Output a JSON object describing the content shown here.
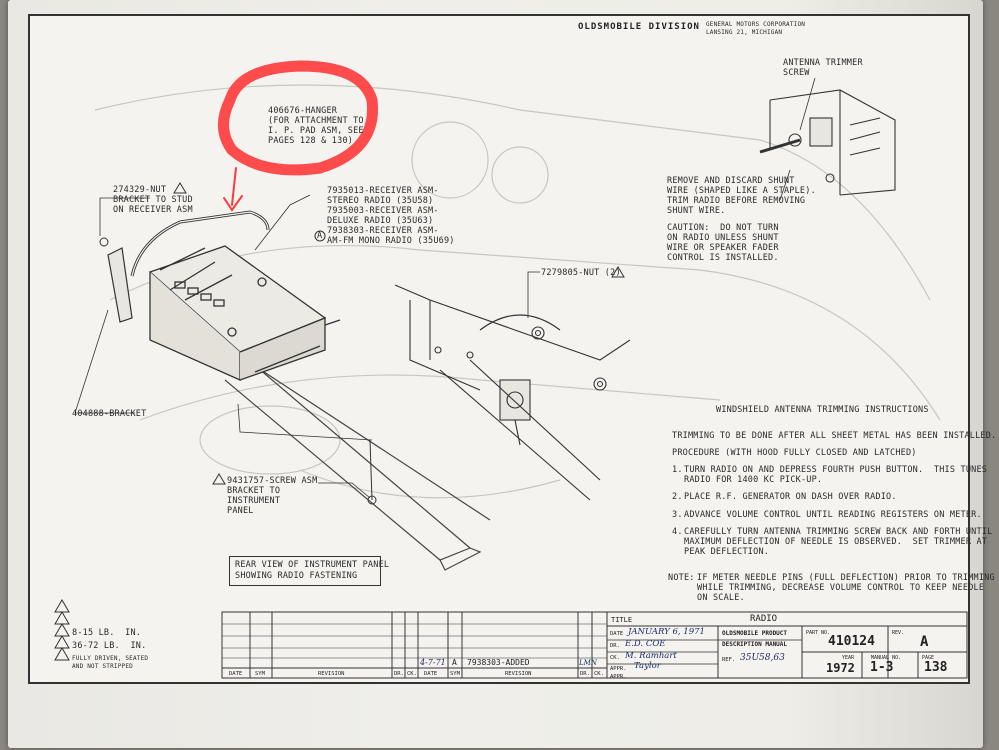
{
  "header": {
    "division": "OLDSMOBILE DIVISION",
    "corp_line1": "GENERAL MOTORS CORPORATION",
    "corp_line2": "LANSING 21, MICHIGAN"
  },
  "callouts": {
    "hanger": "406676-HANGER\n(FOR ATTACHMENT TO\nI. P. PAD ASM, SEE\nPAGES 128 & 130)",
    "nut_stud": "274329-NUT\nBRACKET TO STUD\nON RECEIVER ASM",
    "receiver": "7935013-RECEIVER ASM-\nSTEREO RADIO (35U58)\n7935003-RECEIVER ASM-\nDELUXE RADIO (35U63)\n7938303-RECEIVER ASM-\nAM-FM MONO RADIO (35U69)",
    "receiver_symbol": "A",
    "nut2": "7279805-NUT (2)",
    "bracket": "404888-BRACKET",
    "screw": "9431757-SCREW ASM\nBRACKET TO\nINSTRUMENT\nPANEL",
    "trimmer_screw": "ANTENNA TRIMMER\nSCREW",
    "shunt": "REMOVE AND DISCARD SHUNT\nWIRE (SHAPED LIKE A STAPLE).\nTRIM RADIO BEFORE REMOVING\nSHUNT WIRE.",
    "caution": "CAUTION:  DO NOT TURN\nON RADIO UNLESS SHUNT\nWIRE OR SPEAKER FADER\nCONTROL IS INSTALLED."
  },
  "caption": "REAR VIEW OF INSTRUMENT PANEL\nSHOWING RADIO FASTENING",
  "instructions": {
    "title": "WINDSHIELD ANTENNA TRIMMING INSTRUCTIONS",
    "intro1": "TRIMMING TO BE DONE AFTER ALL SHEET METAL HAS BEEN INSTALLED.",
    "intro2": "PROCEDURE (WITH HOOD FULLY CLOSED AND LATCHED)",
    "steps": [
      "TURN RADIO ON AND DEPRESS FOURTH PUSH BUTTON.  THIS TUNES\nRADIO FOR 1400 KC PICK-UP.",
      "PLACE R.F. GENERATOR ON DASH OVER RADIO.",
      "ADVANCE VOLUME CONTROL UNTIL READING REGISTERS ON METER.",
      "CAREFULLY TURN ANTENNA TRIMMING SCREW BACK AND FORTH UNTIL\nMAXIMUM DEFLECTION OF NEEDLE IS OBSERVED.  SET TRIMMER AT\nPEAK DEFLECTION."
    ],
    "note_label": "NOTE:",
    "note": "IF METER NEEDLE PINS (FULL DEFLECTION) PRIOR TO TRIMMING OR\nWHILE TRIMMING, DECREASE VOLUME CONTROL TO KEEP NEEDLE\nON SCALE."
  },
  "legend": {
    "line1": "8-15 LB.  IN.",
    "line2": "36-72 LB.  IN.",
    "line3": "FULLY DRIVEN, SEATED\nAND NOT STRIPPED"
  },
  "title_block": {
    "col_date": "DATE",
    "col_sym": "SYM",
    "col_revision": "REVISION",
    "col_dr": "DR.",
    "col_ck": "CK.",
    "rev_date": "4-7-71",
    "rev_sym": "A",
    "rev_text": "7938303-ADDED",
    "rev_initials": "LMN",
    "title_label": "TITLE",
    "title": "RADIO",
    "date_label": "DATE",
    "date_value": "JANUARY 6, 1971",
    "dr_label": "DR.",
    "dr_value": "E.D. COE",
    "ck_label": "CK.",
    "ck_value": "M. Ramhart",
    "appr_label": "APPR.",
    "appr_value": "Taylor",
    "appr2_label": "APPR.",
    "desc_line1": "OLDSMOBILE PRODUCT",
    "desc_line2": "DESCRIPTION MANUAL",
    "ref_label": "REF.",
    "ref_value": "35U58,63",
    "part_label": "PART NO.",
    "part_no": "410124",
    "rev_label": "REV.",
    "rev_value": "A",
    "year_label": "YEAR",
    "year": "1972",
    "manual_label": "MANUAL NO.",
    "manual": "1-3",
    "page_label": "PAGE",
    "page": "138"
  },
  "colors": {
    "ink": "#2a2a2a",
    "highlight": "#ff3a3a",
    "paper": "#f4f3ef"
  }
}
